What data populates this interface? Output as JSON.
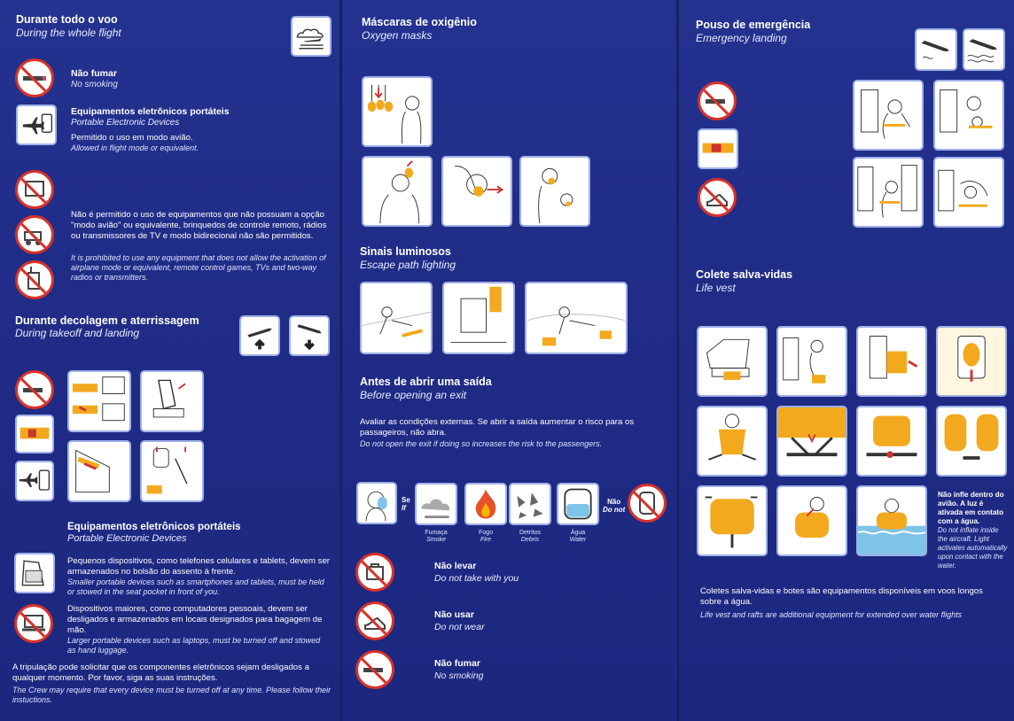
{
  "panel1": {
    "whole_flight": {
      "pt": "Durante todo o voo",
      "en": "During the whole flight"
    },
    "no_smoking": {
      "pt": "Não fumar",
      "en": "No smoking"
    },
    "ped": {
      "pt": "Equipamentos eletrônicos portáteis",
      "en": "Portable Electronic Devices",
      "allowed_pt": "Permitido o uso em modo avião.",
      "allowed_en": "Allowed in flight mode or equivalent."
    },
    "not_allowed": {
      "pt": "Não é permitido o uso de equipamentos  que não possuam a opção \"modo avião\" ou equivalente, brinquedos de controle remoto, rádios ou transmissores de TV e modo bidirecional não são permitidos.",
      "en": "It is prohibited to use any equipment that does not allow the activation of airplane mode or equivalent, remote control games, TVs and two-way radios or transmitters."
    },
    "takeoff": {
      "pt": "Durante decolagem e aterrissagem",
      "en": "During takeoff and landing"
    },
    "ped2": {
      "pt": "Equipamentos eletrônicos portáteis",
      "en": "Portable Electronic Devices"
    },
    "small": {
      "pt": "Pequenos dispositivos, como telefones celulares e tablets, devem ser armazenados no bolsão do assento à frente.",
      "en": "Smaller portable devices such as smartphones and tablets, must  be held or stowed in the seat pocket in front of you."
    },
    "large": {
      "pt": "Dispositivos maiores, como computadores pessoais, devem ser desligados e armazenados em locais designados para bagagem de mão.",
      "en": "Larger portable devices such as laptops, must be turned off and stowed as hand luggage."
    },
    "crew": {
      "pt": "A tripulação pode solicitar que os componentes eletrônicos sejam desligados a qualquer momento. Por favor, siga as suas instruções.",
      "en": "The Crew may require that every device must be turned off at any time. Please follow their instuctions."
    }
  },
  "panel2": {
    "oxygen": {
      "pt": "Máscaras de oxigênio",
      "en": "Oxygen masks"
    },
    "lighting": {
      "pt": "Sinais luminosos",
      "en": "Escape path lighting"
    },
    "exit": {
      "pt": "Antes de abrir uma saída",
      "en": "Before opening an exit",
      "body_pt": "Avaliar as condições externas. Se abrir a saída aumentar o risco para os passageiros, não abra.",
      "body_en": "Do not open the exit if doing so increases the risk to the passengers."
    },
    "se": "Se",
    "if": "If",
    "nao": "Não",
    "do_not": "Do not",
    "hazards": [
      {
        "pt": "Fumaça",
        "en": "Smoke"
      },
      {
        "pt": "Fogo",
        "en": "Fire"
      },
      {
        "pt": "Detritos",
        "en": "Debris"
      },
      {
        "pt": "Água",
        "en": "Water"
      }
    ],
    "rules": [
      {
        "pt": "Não levar",
        "en": "Do not take with you"
      },
      {
        "pt": "Não usar",
        "en": "Do not wear"
      },
      {
        "pt": "Não fumar",
        "en": "No smoking"
      }
    ]
  },
  "panel3": {
    "landing": {
      "pt": "Pouso de emergência",
      "en": "Emergency landing"
    },
    "vest": {
      "pt": "Colete salva-vidas",
      "en": "Life vest"
    },
    "inflate": {
      "pt": "Não infle dentro do avião. A luz é ativada em contato com a água.",
      "en": "Do not inflate inside the aircraft. Light activates automatically upon contact with the water."
    },
    "footer": {
      "pt": "Coletes salva-vidas e botes são equipamentos disponíveis em voos longos sobre a água.",
      "en": "Life vest and rafts are additional equipment for extended over water flights"
    }
  },
  "colors": {
    "panel": "#243290",
    "ban_red": "#d8322a",
    "vest_yellow": "#f2a91e"
  }
}
